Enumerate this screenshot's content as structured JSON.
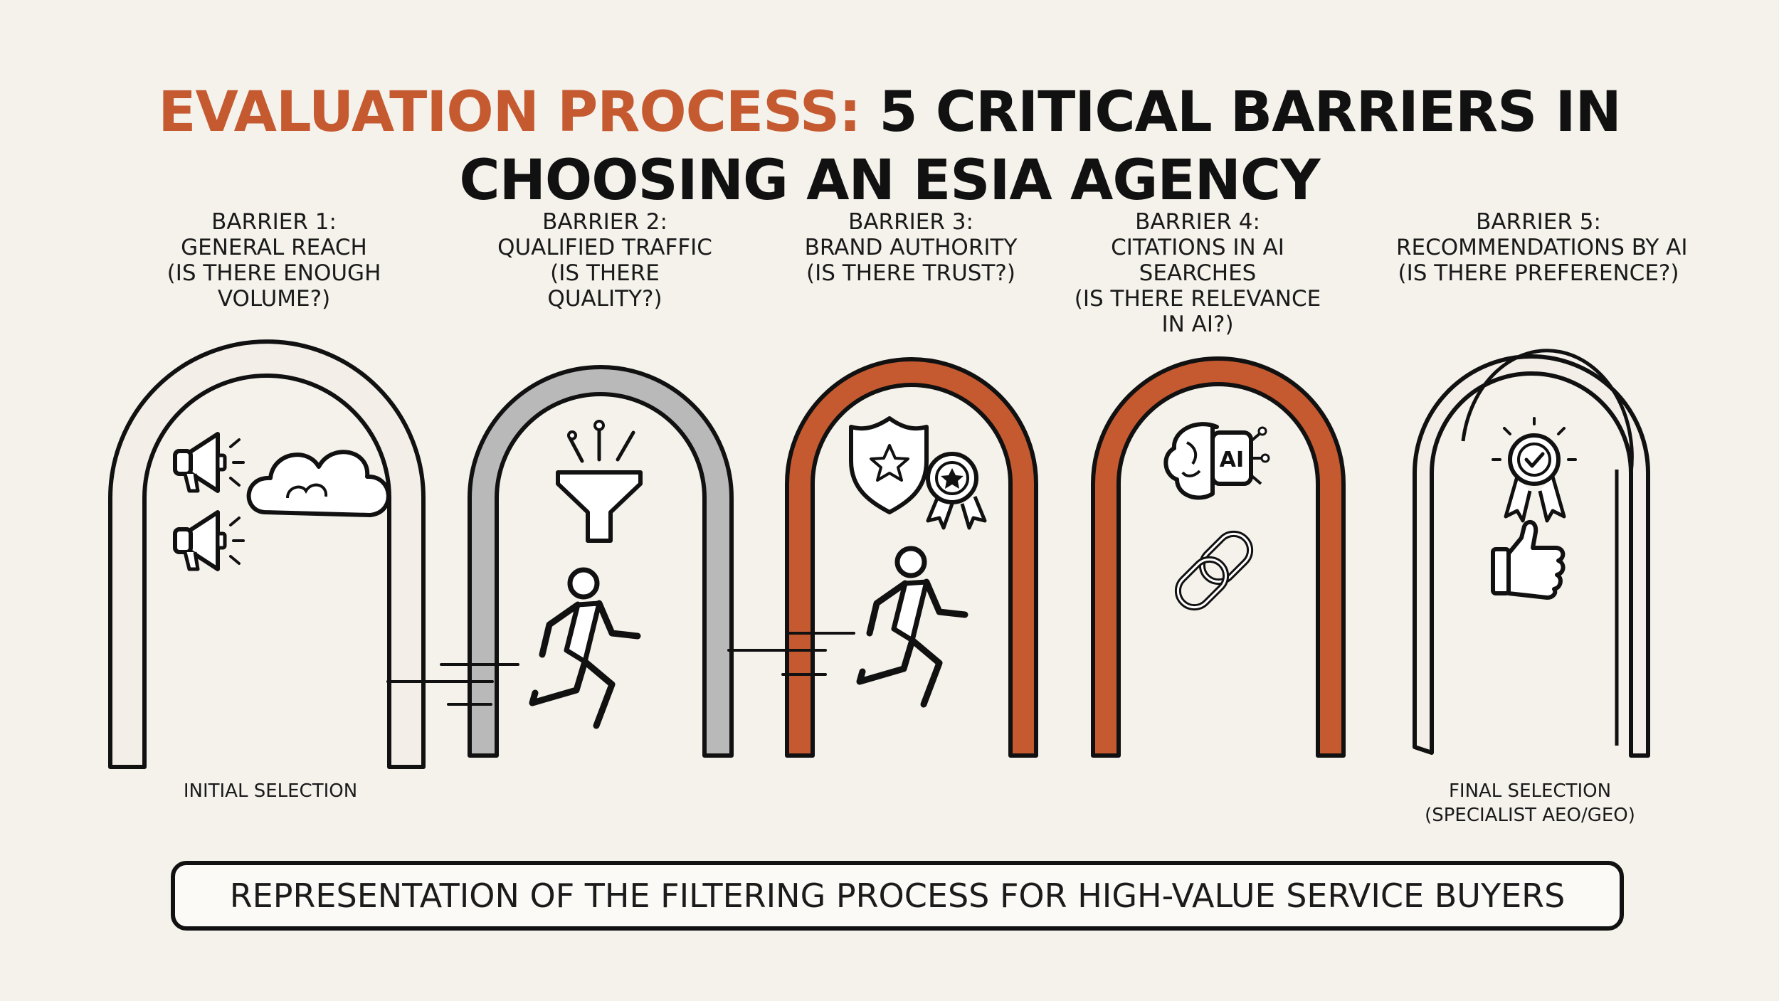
{
  "title": {
    "accent": "EVALUATION PROCESS:",
    "rest_line1": " 5 CRITICAL BARRIERS IN",
    "line2": "CHOOSING AN ESIA AGENCY"
  },
  "barriers": [
    {
      "lines": [
        "BARRIER 1:",
        "GENERAL REACH",
        "(IS THERE ENOUGH",
        "VOLUME?)"
      ]
    },
    {
      "lines": [
        "BARRIER 2:",
        "QUALIFIED TRAFFIC",
        "(IS THERE",
        "QUALITY?)"
      ]
    },
    {
      "lines": [
        "BARRIER 3:",
        "BRAND AUTHORITY",
        "(IS THERE TRUST?)"
      ]
    },
    {
      "lines": [
        "BARRIER 4:",
        "CITATIONS IN AI",
        "SEARCHES",
        "(IS THERE RELEVANCE",
        "IN AI?)"
      ]
    },
    {
      "lines": [
        "BARRIER 5:",
        "RECOMMENDATIONS BY AI",
        "(IS THERE PREFERENCE?)"
      ]
    }
  ],
  "stages": {
    "initial": "INITIAL SELECTION",
    "final_line1": "FINAL SELECTION",
    "final_line2": "(SPECIALIST AEO/GEO)"
  },
  "ai_chip_text": "AI",
  "caption": "REPRESENTATION OF THE FILTERING PROCESS FOR HIGH-VALUE SERVICE BUYERS",
  "colors": {
    "background": "#f5f2ec",
    "accent": "#c55a31",
    "ink": "#161616",
    "arch_gray": "#b9b9b9",
    "arch_light": "#f3efe8"
  },
  "icons": {
    "barrier1": [
      "megaphone-icon",
      "megaphone-icon",
      "cloud-icon"
    ],
    "barrier2": [
      "funnel-icon",
      "running-person-icon"
    ],
    "barrier3": [
      "shield-star-icon",
      "award-medal-icon",
      "running-person-icon"
    ],
    "barrier4": [
      "ai-brain-icon",
      "chain-link-icon"
    ],
    "barrier5": [
      "verified-badge-icon",
      "thumbs-up-icon"
    ]
  }
}
